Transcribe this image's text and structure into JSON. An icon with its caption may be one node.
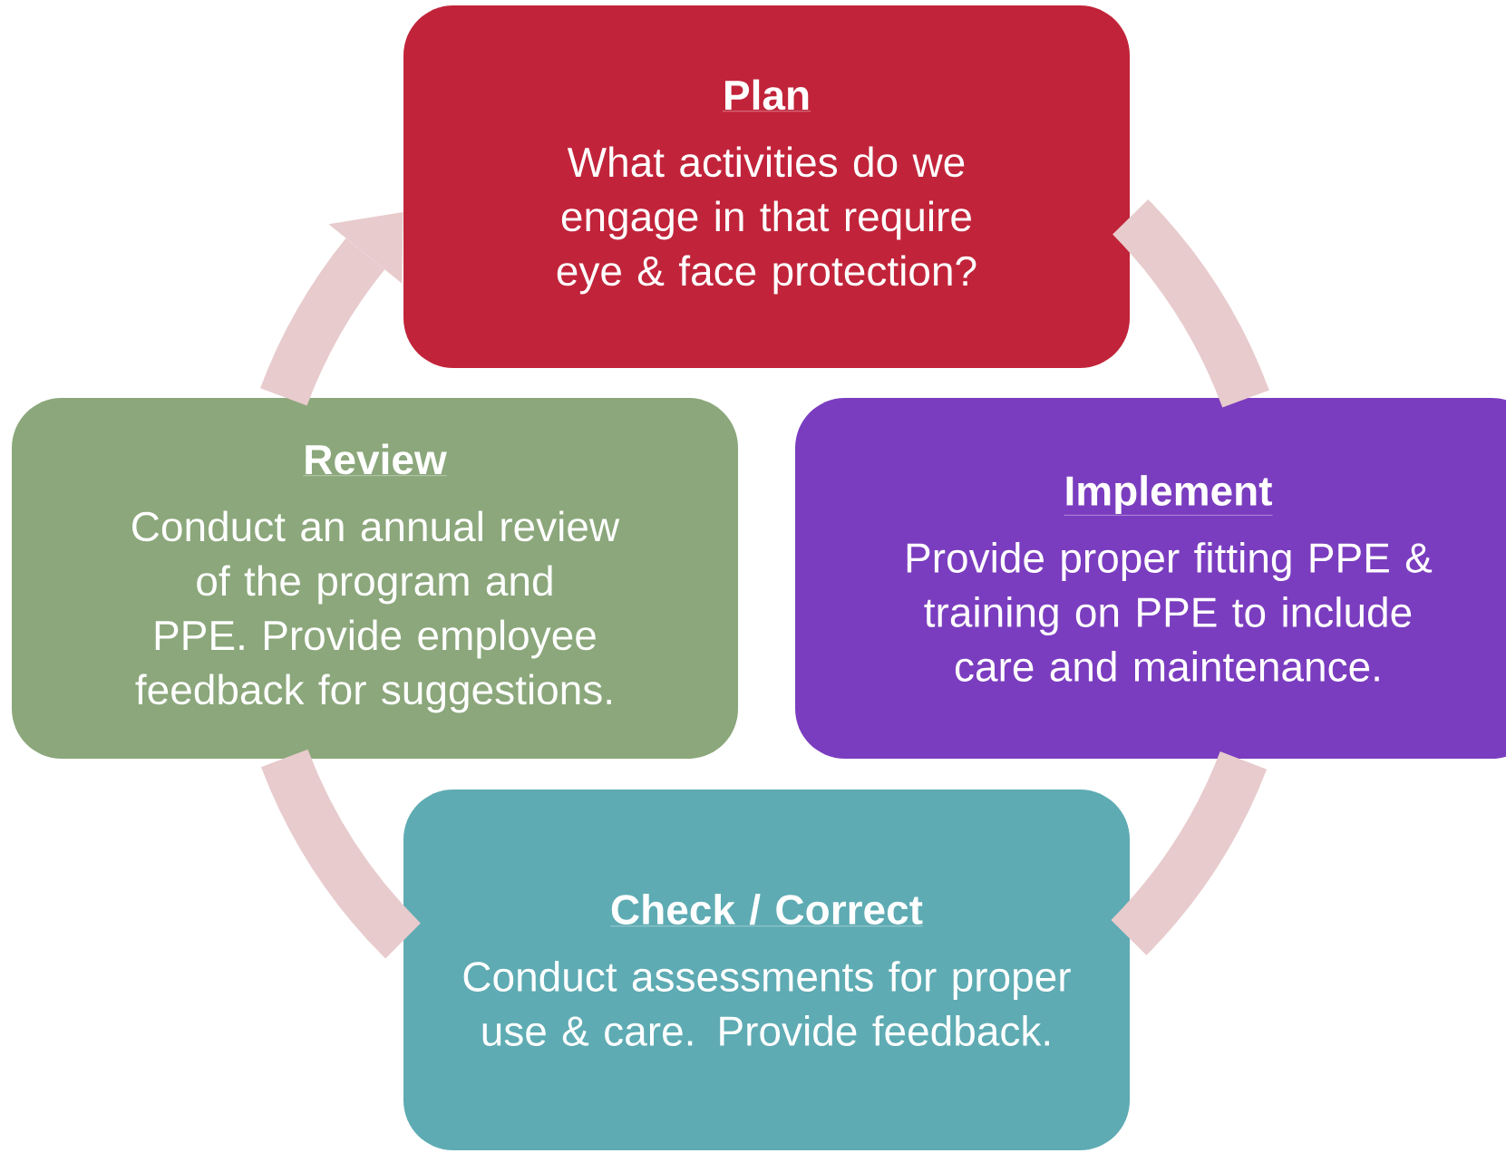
{
  "diagram": {
    "nodes": [
      {
        "text": [
          "Plan",
          "What activities do we engage in that require eye & face protection?"
        ]
      },
      {
        "text": [
          "Implement",
          "Provide proper fitting PPE & training on PPE to include care and maintenance."
        ]
      },
      {
        "text": [
          "Check / Correct",
          "Conduct assessments for proper use & care. Provide feedback."
        ]
      },
      {
        "text": [
          "Review",
          "Conduct an annual review of the program and PPE. Provide employee feedback for suggestions."
        ]
      }
    ],
    "edges": [
      {
        "from": 0,
        "to": 1,
        "arrow": "none"
      },
      {
        "from": 1,
        "to": 2,
        "arrow": "none"
      },
      {
        "from": 2,
        "to": 3,
        "arrow": "none"
      },
      {
        "from": 3,
        "to": 0,
        "arrow": "to"
      }
    ]
  }
}
